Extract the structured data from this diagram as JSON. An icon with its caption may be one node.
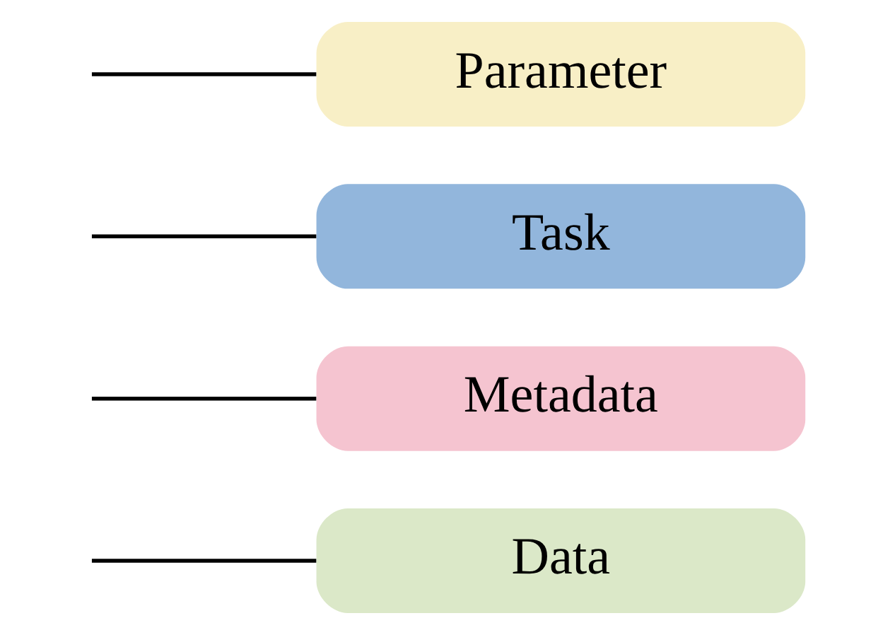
{
  "diagram": {
    "nodes": [
      {
        "text": [
          "Data"
        ]
      },
      {
        "text": [
          "Metadata"
        ]
      },
      {
        "text": [
          "Task"
        ]
      },
      {
        "text": [
          "Parameter"
        ]
      }
    ],
    "edges": [
      {
        "from": null,
        "to": 0,
        "arrow": "none"
      },
      {
        "from": null,
        "to": 1,
        "arrow": "none"
      },
      {
        "from": null,
        "to": 2,
        "arrow": "none"
      },
      {
        "from": null,
        "to": 3,
        "arrow": "none"
      }
    ]
  }
}
